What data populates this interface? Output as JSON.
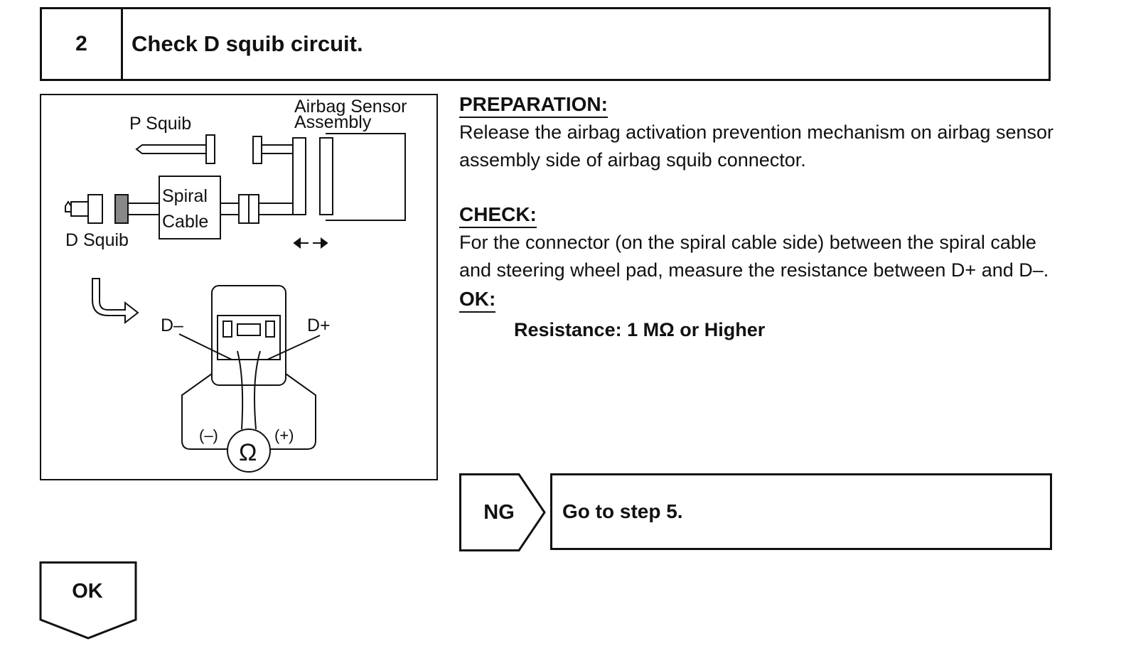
{
  "step": {
    "number": "2",
    "title": "Check D squib circuit."
  },
  "figure": {
    "airbag_sensor_line1": "Airbag Sensor",
    "airbag_sensor_line2": "Assembly",
    "p_squib": "P Squib",
    "spiral_line1": "Spiral",
    "spiral_line2": "Cable",
    "d_squib": "D Squib",
    "d_minus": "D–",
    "d_plus": "D+",
    "probe_neg": "(–)",
    "probe_pos": "(+)",
    "ohm_symbol": "Ω"
  },
  "preparation": {
    "heading": "PREPARATION:",
    "text": "Release the airbag activation prevention mechanism on airbag sensor assembly side of airbag squib connector."
  },
  "check": {
    "heading": "CHECK:",
    "text": "For the connector (on the spiral cable side) between the spiral cable and steering wheel pad, measure the resistance between D+ and D–."
  },
  "ok_spec": {
    "heading": "OK:",
    "text": "Resistance: 1 MΩ  or Higher"
  },
  "ng_result": {
    "label": "NG",
    "action": "Go to step 5."
  },
  "ok_result": {
    "label": "OK"
  }
}
